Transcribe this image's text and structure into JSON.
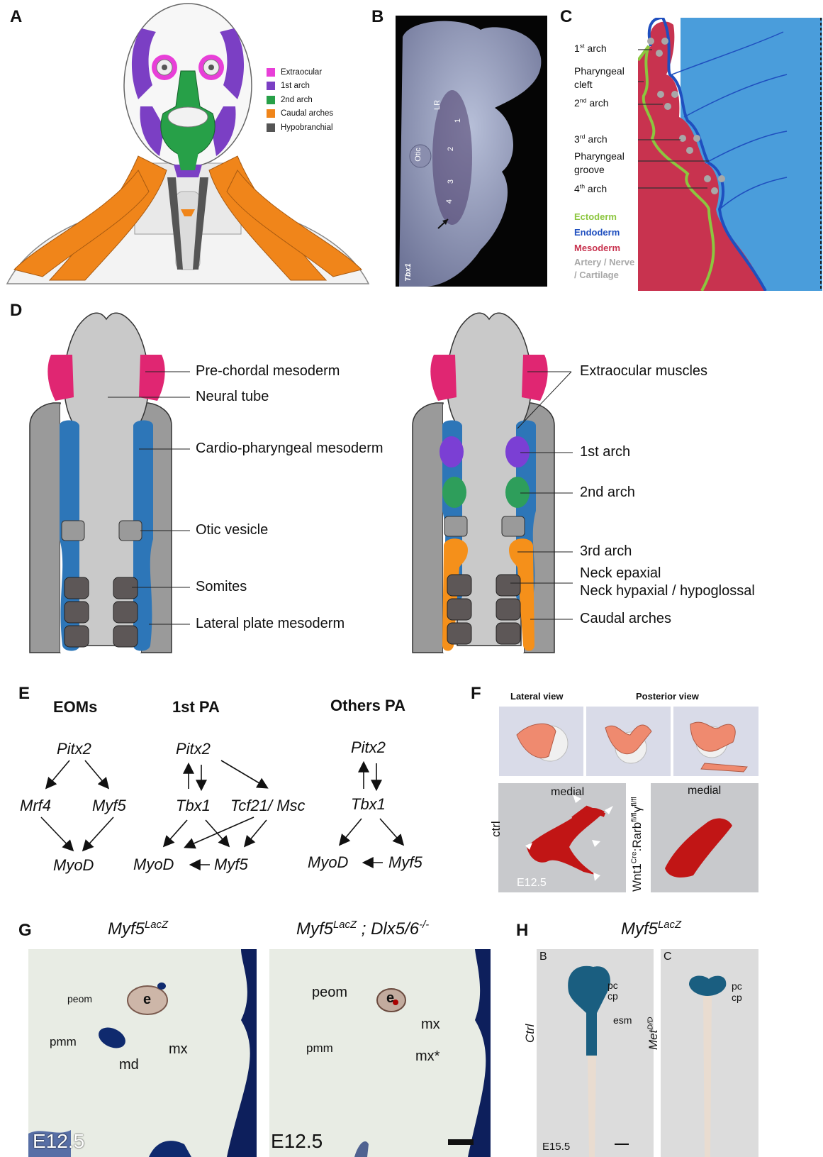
{
  "panels": {
    "a": "A",
    "b": "B",
    "c": "C",
    "d": "D",
    "e": "E",
    "f": "F",
    "g": "G",
    "h": "H"
  },
  "panel_a": {
    "legend": [
      {
        "label": "Extraocular",
        "color": "#e83fd8"
      },
      {
        "label": "1st arch",
        "color": "#7b3fc4"
      },
      {
        "label": "2nd arch",
        "color": "#27a048"
      },
      {
        "label": "Caudal arches",
        "color": "#f0851a"
      },
      {
        "label": "Hypobranchial",
        "color": "#555555"
      }
    ]
  },
  "panel_b": {
    "otic": "Otic",
    "lr": "LR",
    "n1": "1",
    "n2": "2",
    "n3": "3",
    "n4": "4",
    "gene": "Tbx1"
  },
  "panel_c": {
    "arch1": {
      "base": "1",
      "sup": "st",
      "rest": " arch"
    },
    "cleft1": "Pharyngeal",
    "cleft2": "cleft",
    "arch2": {
      "base": "2",
      "sup": "nd",
      "rest": " arch"
    },
    "arch3": {
      "base": "3",
      "sup": "rd",
      "rest": " arch"
    },
    "groove1": "Pharyngeal",
    "groove2": "groove",
    "arch4": {
      "base": "4",
      "sup": "th",
      "rest": " arch"
    },
    "legend": [
      {
        "label": "Ectoderm",
        "color": "#8cc63f"
      },
      {
        "label": "Endoderm",
        "color": "#1f4fbf"
      },
      {
        "label": "Mesoderm",
        "color": "#c8334f"
      },
      {
        "label": "Artery / Nerve",
        "color": "#a8a8a8"
      },
      {
        "label": "/ Cartilage",
        "color": "#a8a8a8"
      }
    ]
  },
  "panel_d": {
    "left_labels": [
      "Pre-chordal mesoderm",
      "Neural tube",
      "Cardio-pharyngeal mesoderm",
      "Otic vesicle",
      "Somites",
      "Lateral plate mesoderm"
    ],
    "right_labels": [
      "Extraocular muscles",
      "1st arch",
      "2nd arch",
      "3rd arch",
      "Neck epaxial",
      "Neck hypaxial / hypoglossal",
      "Caudal arches"
    ]
  },
  "panel_e": {
    "eoms": {
      "title": "EOMs",
      "pitx2": "Pitx2",
      "mrf4": "Mrf4",
      "myf5": "Myf5",
      "myod": "MyoD"
    },
    "pa1": {
      "title": "1st PA",
      "pitx2": "Pitx2",
      "tbx1": "Tbx1",
      "tcf21": "Tcf21/ Msc",
      "myod": "MyoD",
      "myf5": "Myf5"
    },
    "others": {
      "title": "Others PA",
      "pitx2": "Pitx2",
      "tbx1": "Tbx1",
      "myod": "MyoD",
      "myf5": "Myf5"
    }
  },
  "panel_f": {
    "lateral": "Lateral view",
    "posterior": "Posterior view",
    "medial1": "medial",
    "medial2": "medial",
    "ctrl": "ctrl",
    "stage": "E12.5",
    "mutant": {
      "a": "Wnt1",
      "b": "Cre",
      "c": ":Rarb",
      "d": "fl/fl",
      "e": "γ",
      "f": "fl/fl"
    }
  },
  "panel_g": {
    "title1": {
      "a": "Myf5",
      "b": "LacZ"
    },
    "title2": {
      "a": "Myf5",
      "b": "LacZ",
      "c": " ; Dlx5/6",
      "d": "-/-"
    },
    "left": {
      "peom": "peom",
      "e": "e",
      "pmm": "pmm",
      "md": "md",
      "mx": "mx",
      "stage": "E12.5"
    },
    "right": {
      "peom": "peom",
      "e": "e",
      "mx": "mx",
      "pmm": "pmm",
      "mxs": "mx*",
      "stage": "E12.5"
    }
  },
  "panel_h": {
    "title": {
      "a": "Myf5",
      "b": "LacZ"
    },
    "b": "B",
    "c": "C",
    "pc": "pc",
    "cp": "cp",
    "esm": "esm",
    "ctrl": "Ctrl",
    "met": {
      "a": "Met",
      "b": "D/D"
    },
    "pc2": "pc",
    "cp2": "cp",
    "stage": "E15.5"
  }
}
